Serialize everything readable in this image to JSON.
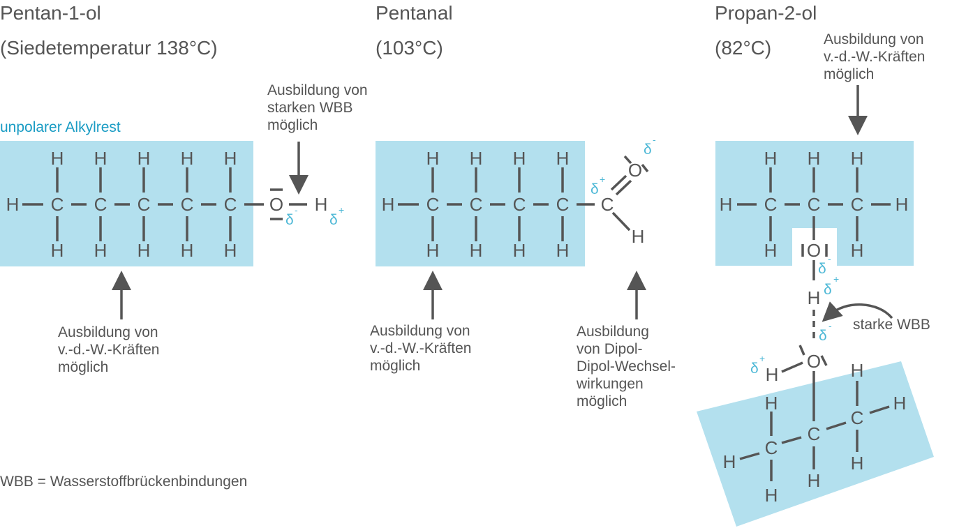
{
  "headings": {
    "pentanol_title": "Pentan-1-ol",
    "pentanol_sub": "(Siedetemperatur 138°C)",
    "pentanal_title": "Pentanal",
    "pentanal_sub": "(103°C)",
    "propanol_title": "Propan-2-ol",
    "propanol_sub": "(82°C)"
  },
  "labels": {
    "alkyl": "unpolarer Alkylrest",
    "vdw_1": "Ausbildung von",
    "vdw_2": "v.-d.-W.-Kräften",
    "vdw_3": "möglich",
    "wbb_1": "Ausbildung von",
    "wbb_2": "starken WBB",
    "wbb_3": "möglich",
    "dipol_1": "Ausbildung",
    "dipol_2": "von Dipol-",
    "dipol_3": "Dipol-Wechsel-",
    "dipol_4": "wirkungen",
    "dipol_5": "möglich",
    "strong_wbb": "starke WBB",
    "legend": "WBB = Wasserstoffbrückenbindungen"
  },
  "atoms": {
    "H": "H",
    "C": "C",
    "O": "O"
  },
  "charges": {
    "delta": "δ",
    "minus": "-",
    "plus": "+"
  },
  "colors": {
    "highlight": "#b3e0ee",
    "delta": "#4db8d6",
    "alkyl_label": "#1a9cc4",
    "ink": "#555555"
  }
}
